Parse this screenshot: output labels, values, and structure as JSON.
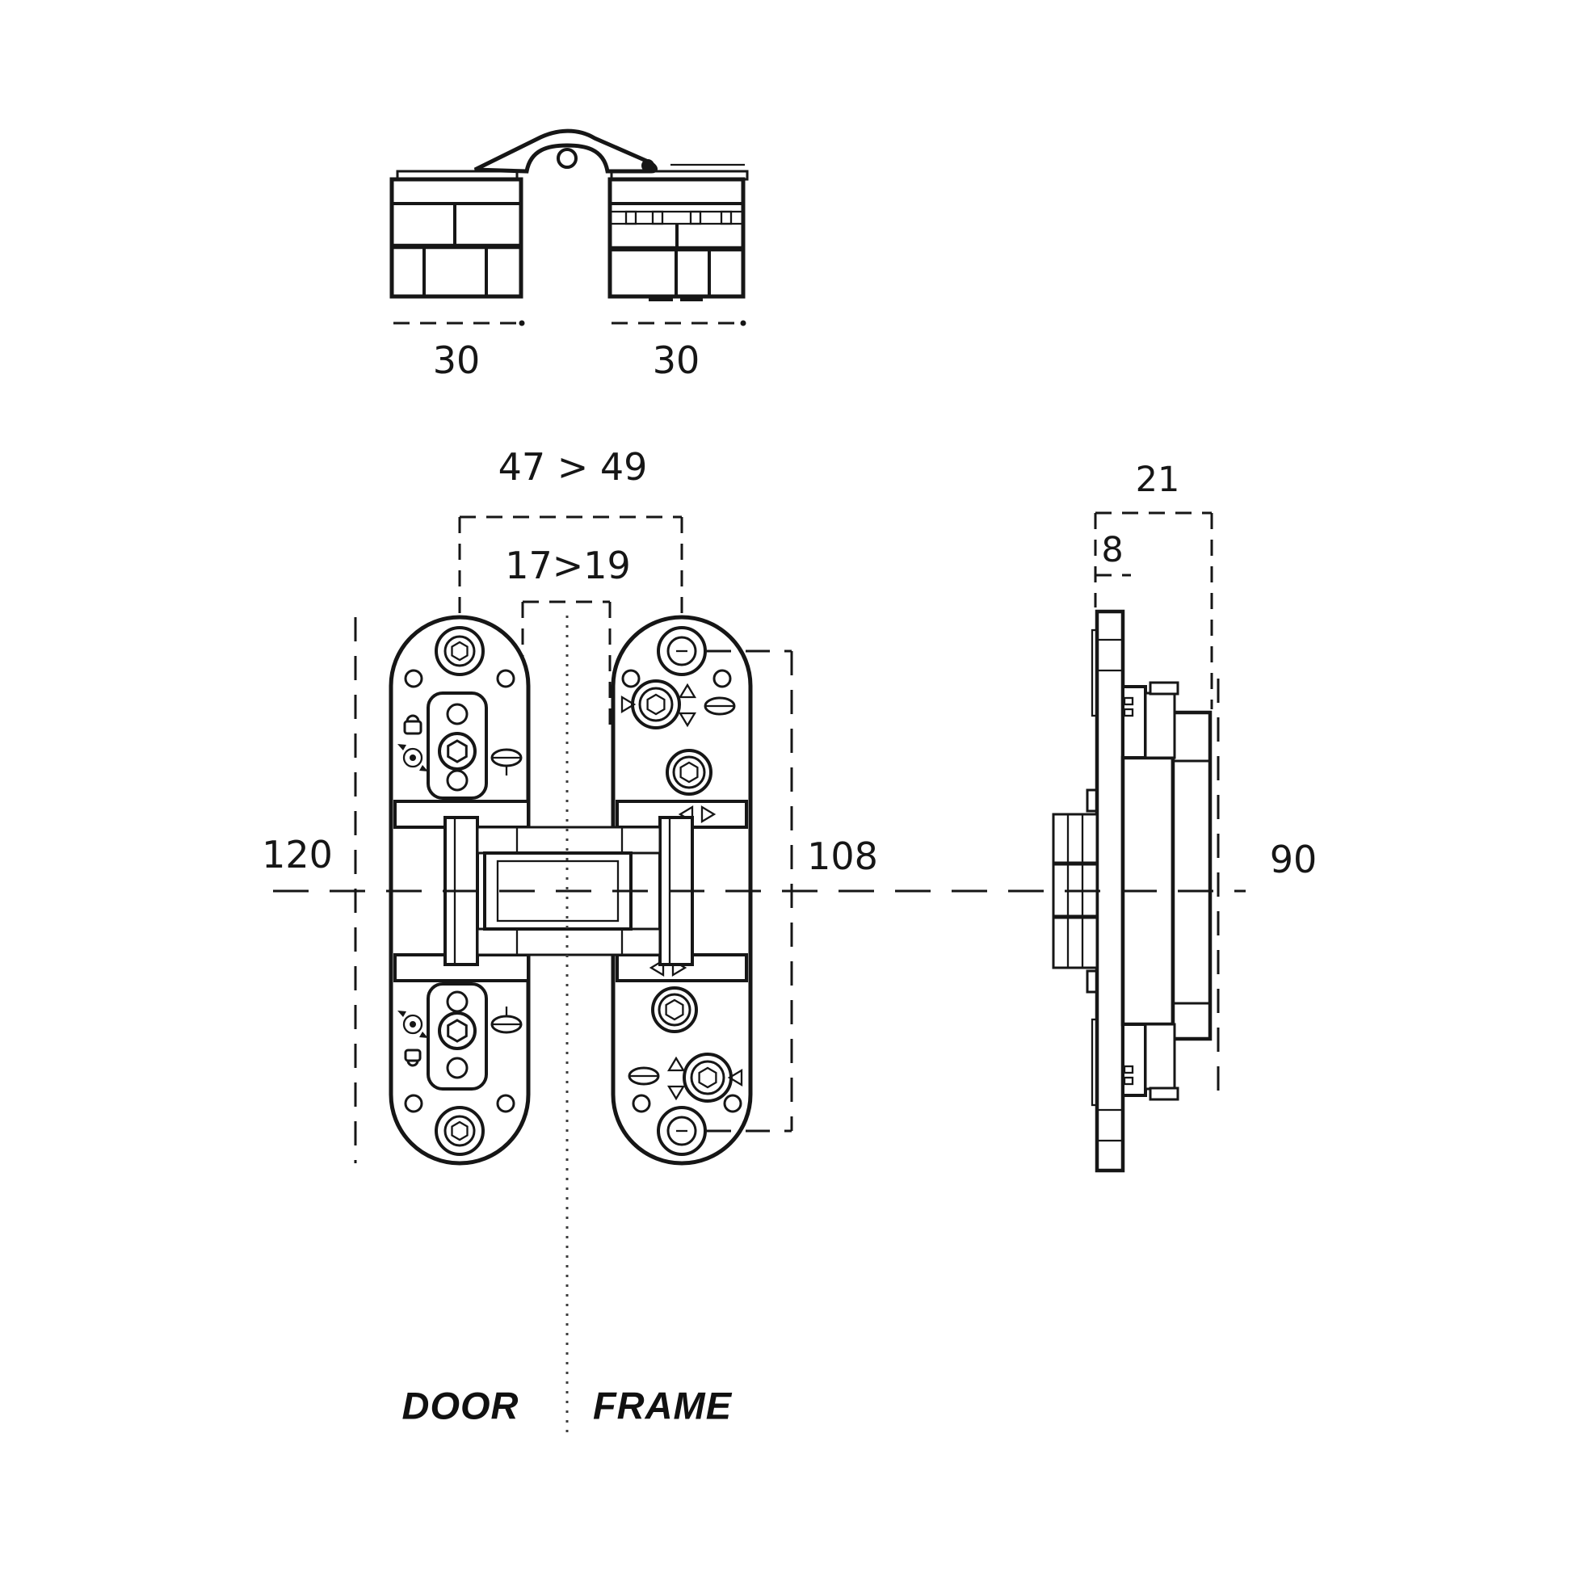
{
  "drawing": {
    "type": "technical-drawing",
    "subject": "concealed door hinge - orthographic views with dimensions",
    "background": "#ffffff",
    "line_color": "#161616",
    "top_view": {
      "dim_left_block": "30",
      "dim_right_block": "30"
    },
    "front_view": {
      "dim_overall_width": "47 > 49",
      "dim_gap": "17>19",
      "dim_height_left": "120",
      "dim_height_right": "108",
      "label_door": "DOOR",
      "label_frame": "FRAME"
    },
    "side_view": {
      "dim_width": "21",
      "dim_plate_thickness": "8",
      "dim_height": "90"
    }
  }
}
